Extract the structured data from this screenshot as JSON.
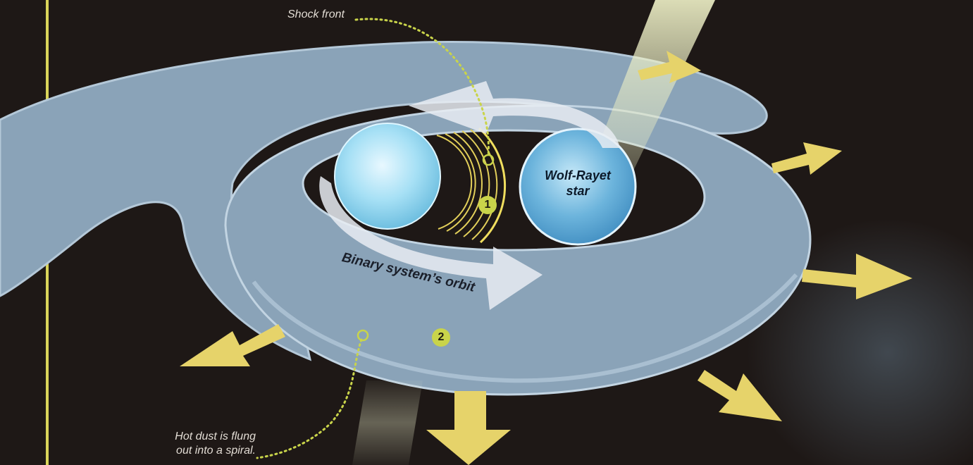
{
  "labels": {
    "shock_front": "Shock front",
    "wolf_rayet_line1": "Wolf-Rayet",
    "wolf_rayet_line2": "star",
    "orbit": "Binary system’s orbit",
    "hot_dust_line1": "Hot dust is flung",
    "hot_dust_line2": "out into a spiral."
  },
  "markers": {
    "one": "1",
    "two": "2"
  },
  "colors": {
    "background": "#1e1816",
    "spiral": "#8aa3b8",
    "arrow": "#e6d36a",
    "marker": "#c9d44a",
    "leader": "#c9d44a"
  },
  "icons": {
    "outflow": "arrow-icon",
    "orbit": "curved-arrow-icon"
  }
}
